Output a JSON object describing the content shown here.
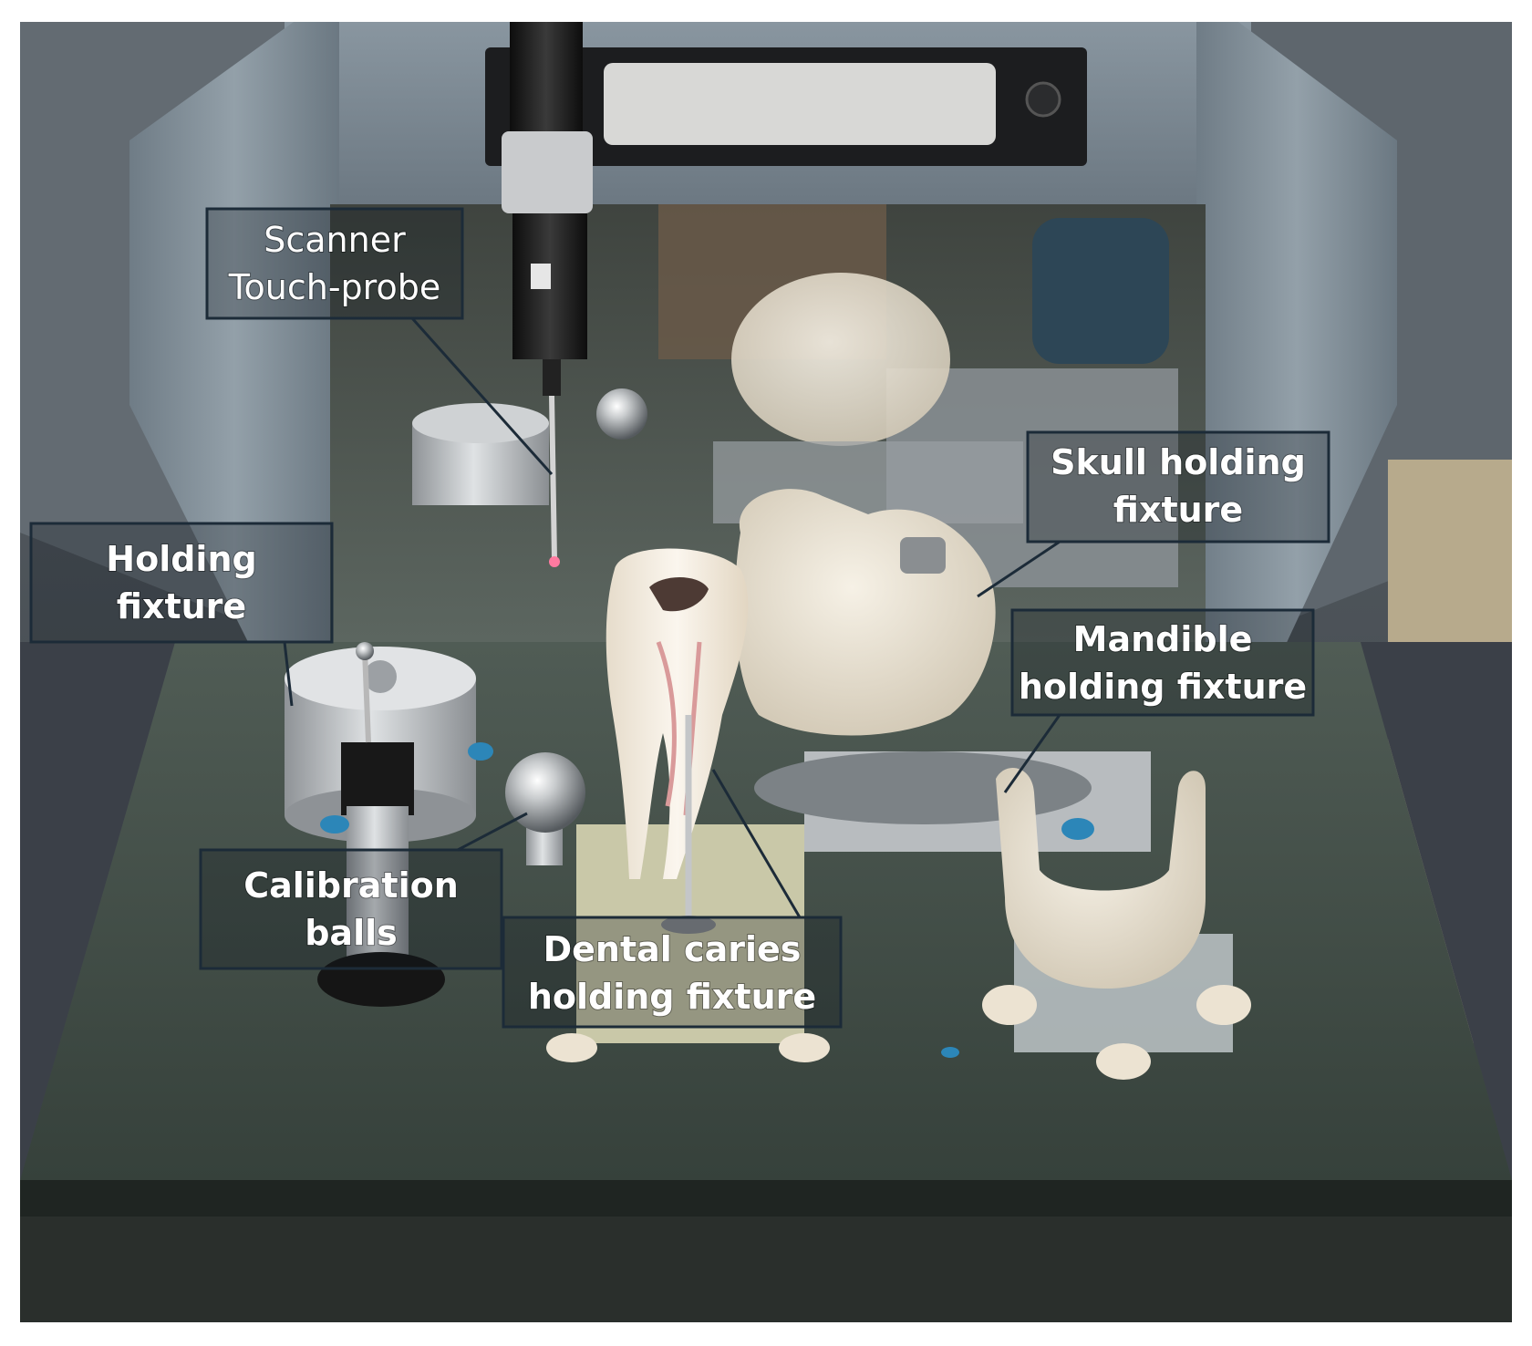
{
  "callouts": {
    "scanner_probe": {
      "lines": [
        "Scanner",
        "Touch-probe"
      ],
      "bold": false
    },
    "holding_fixture": {
      "lines": [
        "Holding",
        "fixture"
      ],
      "bold": true
    },
    "skull_fixture": {
      "lines": [
        "Skull holding",
        "fixture"
      ],
      "bold": true
    },
    "mandible_fixture": {
      "lines": [
        "Mandible",
        "holding fixture"
      ],
      "bold": true
    },
    "calibration_balls": {
      "lines": [
        "Calibration",
        "balls"
      ],
      "bold": true
    },
    "dental_caries_fixture": {
      "lines": [
        "Dental caries",
        "holding fixture"
      ],
      "bold": true
    }
  },
  "colors": {
    "callout_border": "#1c2b38",
    "callout_fill": "rgba(14,22,30,0.28)",
    "callout_text": "#ffffff",
    "machine_frame": "#7d8a94",
    "granite_table": "#3e4a43",
    "fixture_metal": "#b9bcbf",
    "bone": "#e8e0cf"
  }
}
